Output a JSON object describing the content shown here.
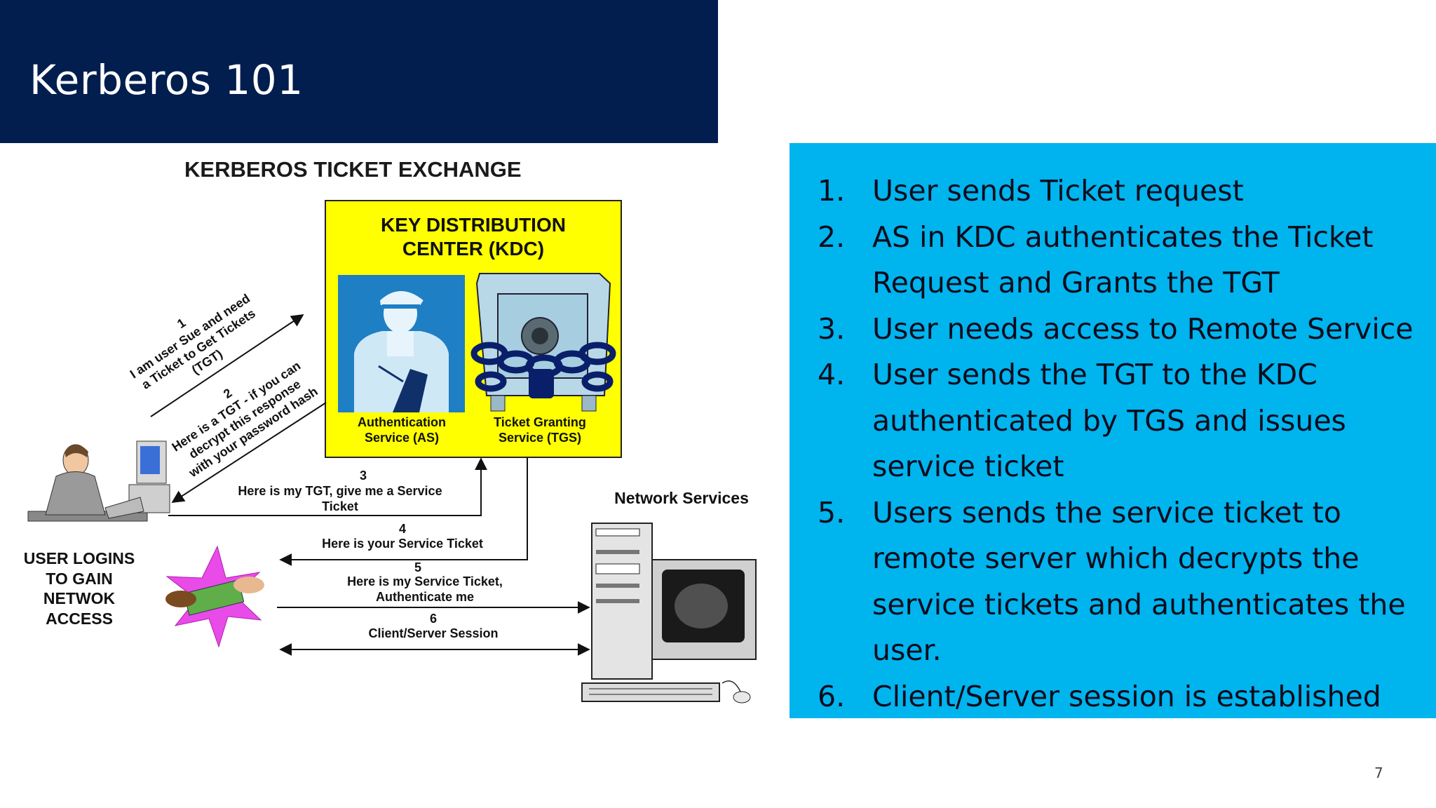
{
  "slide": {
    "title": "Kerberos 101",
    "page_number": "7"
  },
  "diagram": {
    "heading": "KERBEROS TICKET EXCHANGE",
    "kdc": {
      "title_line1": "KEY DISTRIBUTION",
      "title_line2": "CENTER (KDC)",
      "as_line1": "Authentication",
      "as_line2": "Service (AS)",
      "tgs_line1": "Ticket Granting",
      "tgs_line2": "Service (TGS)"
    },
    "network_services_label": "Network Services",
    "user_label_lines": [
      "USER LOGINS",
      "TO GAIN",
      "NETWOK",
      "ACCESS"
    ],
    "messages": {
      "m1_num": "1",
      "m1_line1": "I am user Sue and need",
      "m1_line2": "a Ticket to Get Tickets",
      "m1_line3": "(TGT)",
      "m2_num": "2",
      "m2_line1": "Here is a TGT - if you can",
      "m2_line2": "decrypt this response",
      "m2_line3": "with your password hash",
      "m3_num": "3",
      "m3_line1": "Here is my TGT, give me a Service",
      "m3_line2": "Ticket",
      "m4_num": "4",
      "m4_line1": "Here is your Service Ticket",
      "m5_num": "5",
      "m5_line1": "Here is my Service Ticket,",
      "m5_line2": "Authenticate me",
      "m6_num": "6",
      "m6_line1": "Client/Server Session"
    },
    "colors": {
      "kdc_fill": "#ffff00",
      "as_panel": "#1e7fc4",
      "tgs_panel": "#b8d8e8",
      "starburst": "#e84be8"
    }
  },
  "steps": [
    {
      "num": "1.",
      "text": "User sends Ticket request"
    },
    {
      "num": "2.",
      "text": "AS in KDC authenticates the Ticket Request and Grants the TGT"
    },
    {
      "num": "3.",
      "text": "User needs access to Remote Service"
    },
    {
      "num": "4.",
      "text": "User sends the TGT to the KDC authenticated by TGS and issues service ticket"
    },
    {
      "num": "5.",
      "text": "Users sends the service ticket to remote server which decrypts the service tickets and authenticates the user."
    },
    {
      "num": "6.",
      "text": "Client/Server session is established"
    }
  ],
  "theme": {
    "title_bar": "#021e4f",
    "steps_panel": "#00b4ee"
  }
}
